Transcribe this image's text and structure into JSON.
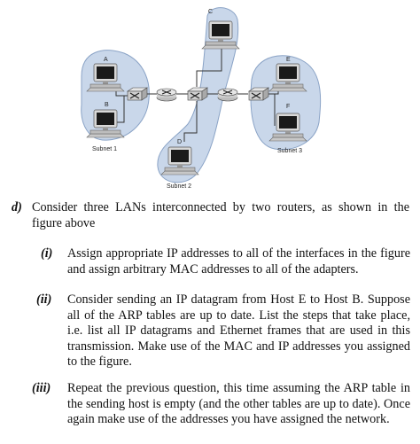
{
  "diagram": {
    "hosts": {
      "a": "A",
      "b": "B",
      "c": "C",
      "d": "D",
      "e": "E",
      "f": "F"
    },
    "subnets": {
      "s1": "Subnet 1",
      "s2": "Subnet 2",
      "s3": "Subnet 3"
    }
  },
  "question": {
    "label": "d)",
    "text": "Consider three LANs interconnected by two routers, as shown in the figure above",
    "parts": [
      {
        "label": "(i)",
        "text": "Assign appropriate IP addresses to all of the interfaces in the figure and assign arbitrary MAC addresses to all of the adapters."
      },
      {
        "label": "(ii)",
        "text": "Consider sending an IP datagram from Host E to Host B. Suppose all of the ARP tables are up to date. List the steps that take place, i.e. list all IP datagrams and Ethernet frames that are used in this transmission. Make use of the MAC and IP addresses you assigned to the figure."
      },
      {
        "label": "(iii)",
        "text": "Repeat the previous question, this time assuming the ARP table in the sending host is empty (and the other tables are up to date). Once again make use of the addresses you have assigned the network."
      }
    ]
  },
  "colors": {
    "subnet_fill": "#c9d7ea",
    "subnet_stroke": "#8aa3c6"
  }
}
